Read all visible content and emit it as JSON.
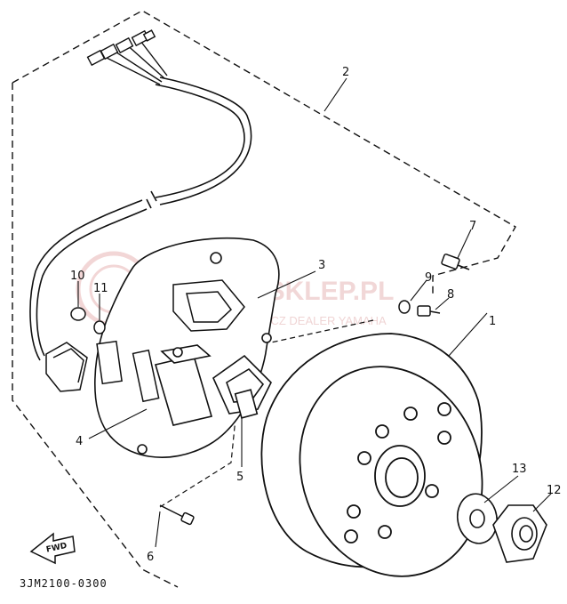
{
  "diagram": {
    "callouts": [
      "1",
      "2",
      "3",
      "4",
      "5",
      "6",
      "7",
      "8",
      "9",
      "10",
      "11",
      "12",
      "13"
    ],
    "fwd_label": "FWD",
    "part_code": "3JM2100-0300"
  },
  "watermark": {
    "line1": "YAMA-SKLEP.PL",
    "line2": "CIECHOWICZ DEALER YAMAHA"
  },
  "colors": {
    "ink": "#111111",
    "watermark": "#e6b8b8"
  }
}
